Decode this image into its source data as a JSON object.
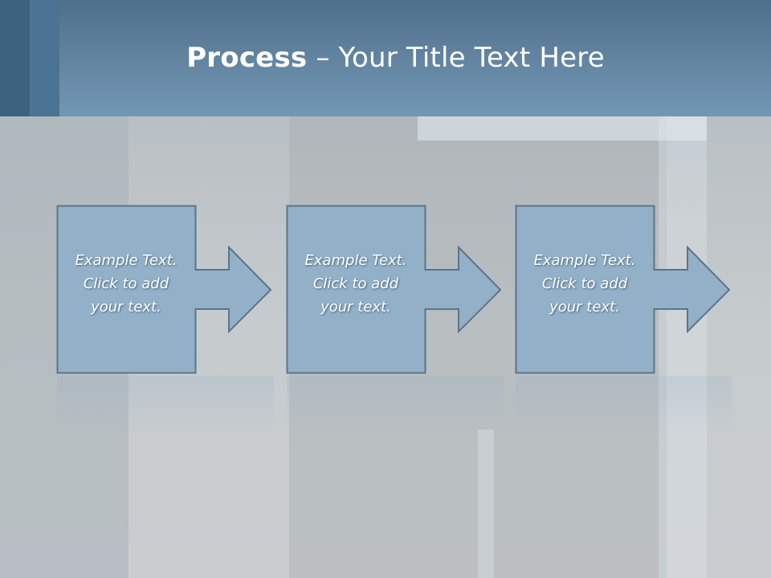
{
  "slide": {
    "title_bold": "Process",
    "title_rest": " – Your Title Text Here"
  },
  "steps": [
    {
      "text": "Example Text.\nClick  to add\nyour text."
    },
    {
      "text": "Example Text.\nClick  to add\nyour text."
    },
    {
      "text": "Example Text.\nClick  to add\nyour text."
    }
  ],
  "colors": {
    "header": "#6486a3",
    "box_fill": "#92b1c8",
    "box_stroke": "#5d7488",
    "text": "#ffffff"
  }
}
